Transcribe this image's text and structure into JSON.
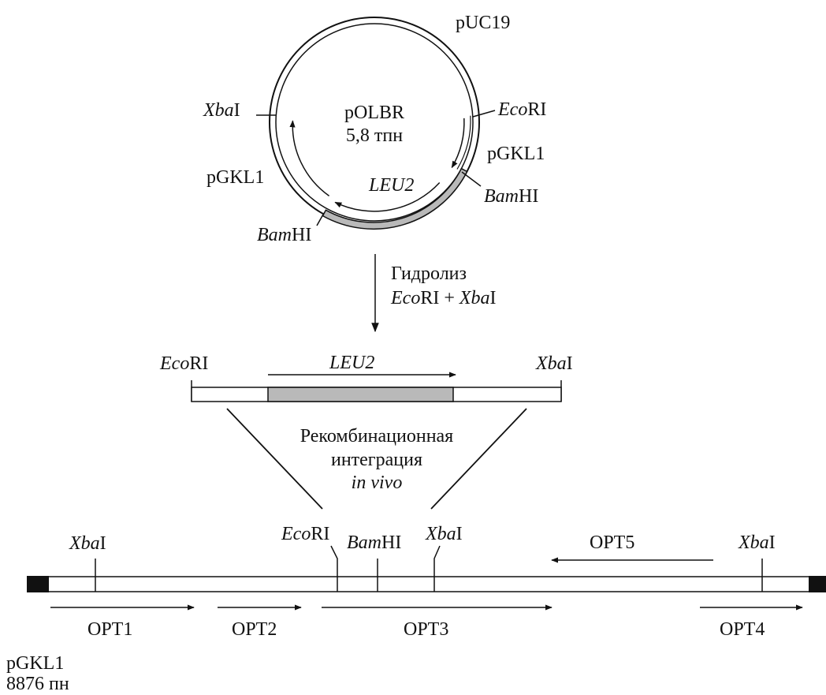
{
  "colors": {
    "line": "#111111",
    "insert_fill": "#b9b9b9",
    "end_block": "#111111",
    "background": "#ffffff"
  },
  "plasmid": {
    "vector_name": "pUC19",
    "name": "pOLBR",
    "size": "5,8 тпн",
    "xba_prefix": "Xba",
    "xba_suffix": "I",
    "eco_prefix": "Eco",
    "eco_suffix": "RI",
    "pgkl1_left": "pGKL1",
    "pgkl1_right": "pGKL1",
    "leu2_prefix": "LEU",
    "leu2_suffix": "2",
    "bam_left_prefix": "Bam",
    "bam_left_suffix": "HI",
    "bam_right_prefix": "Bam",
    "bam_right_suffix": "HI"
  },
  "step": {
    "line1": "Гидролиз",
    "eco_prefix": "Eco",
    "eco_suffix": "RI + ",
    "xba_prefix": "Xba",
    "xba_suffix": "I"
  },
  "fragment": {
    "eco_prefix": "Eco",
    "eco_suffix": "RI",
    "leu2_prefix": "LEU",
    "leu2_suffix": "2",
    "xba_prefix": "Xba",
    "xba_suffix": "I"
  },
  "integration": {
    "line1": "Рекомбинационная",
    "line2": "интеграция",
    "line3": "in vivo"
  },
  "linear_plasmid": {
    "name": "pGKL1",
    "size": "8876 пн",
    "sites": [
      {
        "prefix": "Xba",
        "suffix": "I"
      },
      {
        "prefix": "Eco",
        "suffix": "RI"
      },
      {
        "prefix": "Bam",
        "suffix": "HI"
      },
      {
        "prefix": "Xba",
        "suffix": "I"
      },
      {
        "prefix": "Xba",
        "suffix": "I"
      }
    ],
    "orfs": [
      "OPT1",
      "OPT2",
      "OPT3",
      "OPT4",
      "OPT5"
    ]
  }
}
